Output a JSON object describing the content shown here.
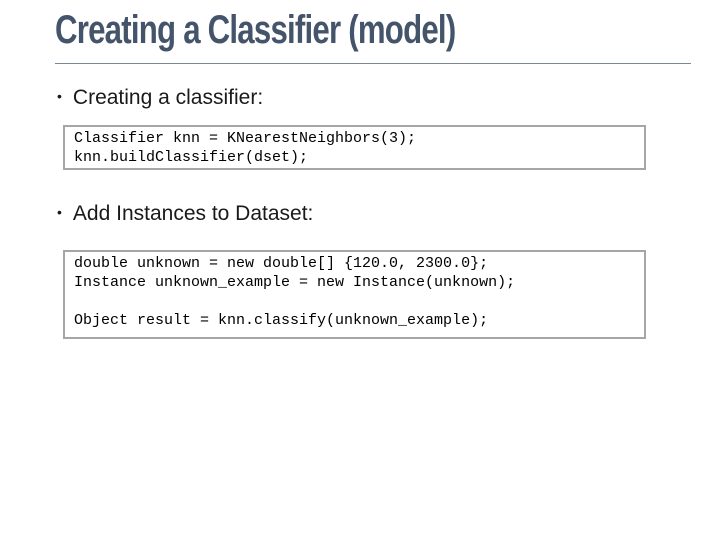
{
  "slide": {
    "title": "Creating a Classifier (model)",
    "bullet_glyph": "•",
    "bullets": [
      {
        "label": "Creating a classifier:"
      },
      {
        "label": "Add Instances to Dataset:"
      }
    ],
    "code_blocks": [
      {
        "lines": [
          "Classifier knn = KNearestNeighbors(3);",
          "knn.buildClassifier(dset);"
        ]
      },
      {
        "lines": [
          "double unknown = new double[] {120.0, 2300.0};",
          "Instance unknown_example = new Instance(unknown);",
          "",
          "Object result = knn.classify(unknown_example);"
        ]
      }
    ],
    "colors": {
      "background": "#FFFFFF",
      "title": "#44546A",
      "title_rule": "#7A8795",
      "body_text": "#1A1A1A",
      "code_text": "#000000",
      "code_border": "#A6A6A6"
    }
  }
}
